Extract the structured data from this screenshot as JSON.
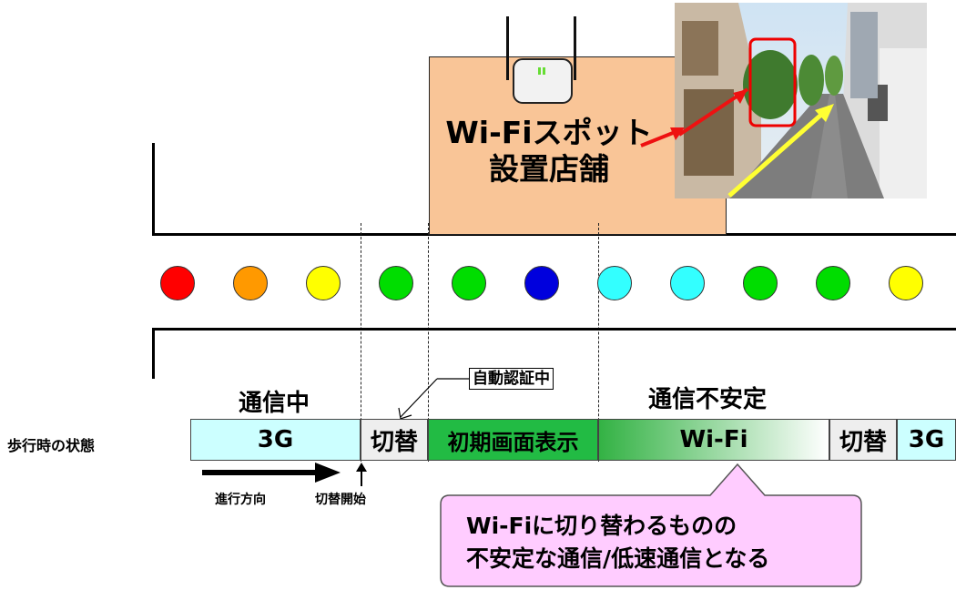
{
  "store": {
    "label_line1": "Wi-Fiスポット",
    "label_line2": "設置店舗"
  },
  "dots": [
    {
      "color": "#ff0000"
    },
    {
      "color": "#ff9900"
    },
    {
      "color": "#ffff00"
    },
    {
      "color": "#00dd00"
    },
    {
      "color": "#00dd00"
    },
    {
      "color": "#0000dd"
    },
    {
      "color": "#33ffff"
    },
    {
      "color": "#33ffff"
    },
    {
      "color": "#00dd00"
    },
    {
      "color": "#00dd00"
    },
    {
      "color": "#ffff00"
    }
  ],
  "labels": {
    "communicating": "通信中",
    "unstable": "通信不安定",
    "auth": "自動認証中",
    "state": "歩行時の状態",
    "direction": "進行方向",
    "switch_start": "切替開始"
  },
  "segments": [
    {
      "label": "3G",
      "color": "#ccffff"
    },
    {
      "label": "切替",
      "color": "#eeeeee"
    },
    {
      "label": "初期画面表示",
      "color": "#22bb44"
    },
    {
      "label": "Wi-Fi",
      "color": "gradient"
    },
    {
      "label": "切替",
      "color": "#eeeeee"
    },
    {
      "label": "3G",
      "color": "#ccffff"
    }
  ],
  "callout": {
    "line1": "Wi-Fiに切り替わるものの",
    "line2": "不安定な通信/低速通信となる",
    "color": "#ffccff"
  }
}
